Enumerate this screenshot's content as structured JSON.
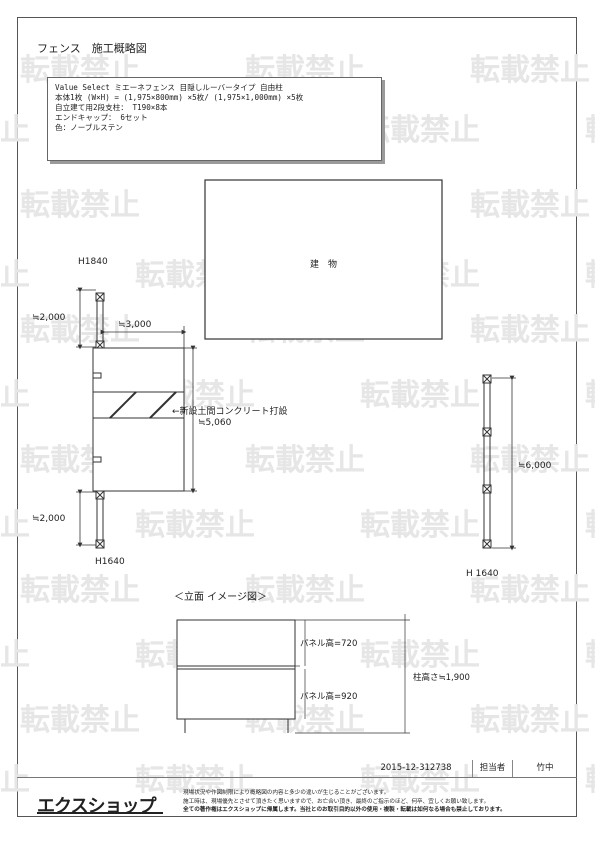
{
  "watermark": {
    "text": "転載禁止"
  },
  "header": {
    "title": "フェンス　施工概略図"
  },
  "spec": {
    "line1": "Value Select ミエーネフェンス 目隠しルーバータイプ 自由柱",
    "line2": "本体1枚 (W×H) = (1,975×800mm) ×5枚/ (1,975×1,000mm) ×5枚",
    "line3": "自立建て用2段支柱： T190×8本",
    "line4": "エンドキャップ： 6セット",
    "line5": "色：ノーブルステン"
  },
  "plan": {
    "building": "建　物",
    "h_top": "H1840",
    "h_bottom": "H1640",
    "h_right": "H 1640",
    "dim_top": "≒2,000",
    "dim_width": "≒3,000",
    "dim_bottom": "≒2,000",
    "dim_right": "≒6,000",
    "concrete_note": "←新設土間コンクリート打設",
    "dim_concrete": "≒5,060"
  },
  "elevation": {
    "heading": "＜立面 イメージ図＞",
    "panel_upper": "パネル高=720",
    "panel_lower": "パネル高=920",
    "post_height": "柱高さ≒1,900"
  },
  "footer": {
    "doc_number": "2015-12-312738",
    "person_label": "担当者",
    "person_name": "竹中",
    "logo": "エクスショップ",
    "notice1": "現場状況や作図制限により概略図の内容と多少の違いが生じることがございます。",
    "notice2": "施工時は、現場優先とさせて頂きたく思いますので、お亡合い頂き、最終のご指示のほど、何卒、宜しくお願い致します。",
    "notice3": "全ての著作権はエクスショップに帰属します。当社とのお取引目的以外の使用・複製・転載は如何なる場合も禁止しております。"
  }
}
